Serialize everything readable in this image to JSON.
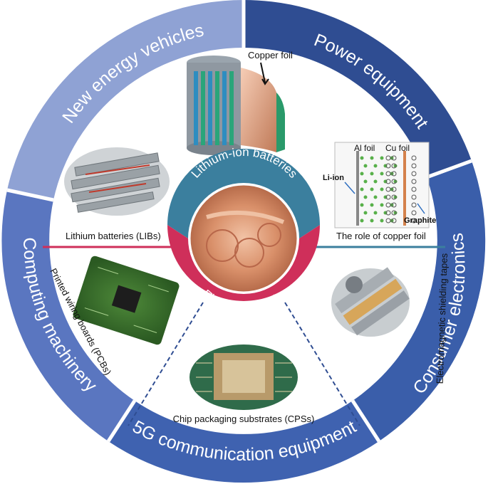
{
  "outer_ring": {
    "segments": [
      {
        "label": "New energy vehicles",
        "color": "#8fa2d4"
      },
      {
        "label": "Power equipment",
        "color": "#2f4d92"
      },
      {
        "label": "Consumer electronics",
        "color": "#3a5eaa"
      },
      {
        "label": "5G communication equipment",
        "color": "#3f62b0"
      },
      {
        "label": "Computing machinery",
        "color": "#5a76c0"
      }
    ]
  },
  "center": {
    "top_label": "Lithium-ion batteries",
    "bottom_label": "Electronic circuits",
    "top_color": "#3b7f9e",
    "bottom_color": "#cf2f5a"
  },
  "images": {
    "battery_cell": {
      "caption": "Copper foil"
    },
    "battery_pack": {
      "caption": "Lithium batteries (LIBs)"
    },
    "role_diagram": {
      "caption": "The role of copper foil",
      "al_label": "Al foil",
      "cu_label": "Cu foil",
      "li_label": "Li-ion",
      "graphite_label": "Graphite"
    },
    "pcb": {
      "caption": "Printed wiring boards (PCBs)"
    },
    "chip": {
      "caption": "Chip packaging substrates (CPSs)"
    },
    "shielding": {
      "caption": "Electromagnetic shielding tapes"
    }
  }
}
